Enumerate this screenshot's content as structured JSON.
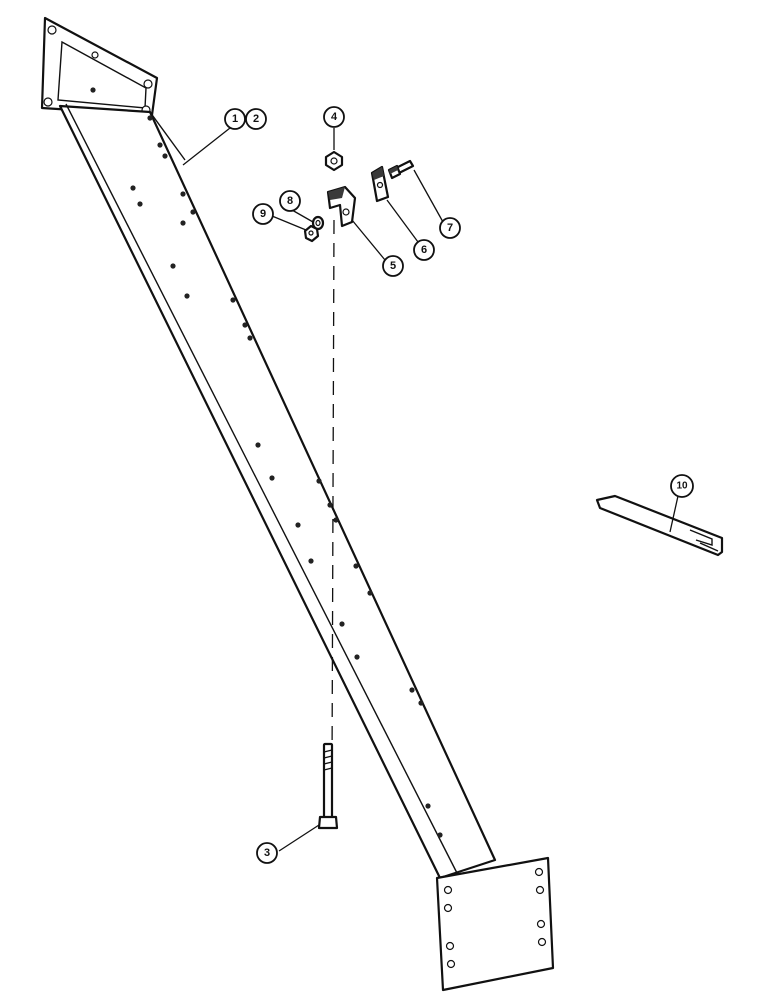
{
  "callouts": [
    {
      "id": "1",
      "label": "1"
    },
    {
      "id": "2",
      "label": "2"
    },
    {
      "id": "3",
      "label": "3"
    },
    {
      "id": "4",
      "label": "4"
    },
    {
      "id": "5",
      "label": "5"
    },
    {
      "id": "6",
      "label": "6"
    },
    {
      "id": "7",
      "label": "7"
    },
    {
      "id": "8",
      "label": "8"
    },
    {
      "id": "9",
      "label": "9"
    },
    {
      "id": "10",
      "label": "10"
    }
  ],
  "colors": {
    "ink": "#111111",
    "paper": "#ffffff"
  }
}
